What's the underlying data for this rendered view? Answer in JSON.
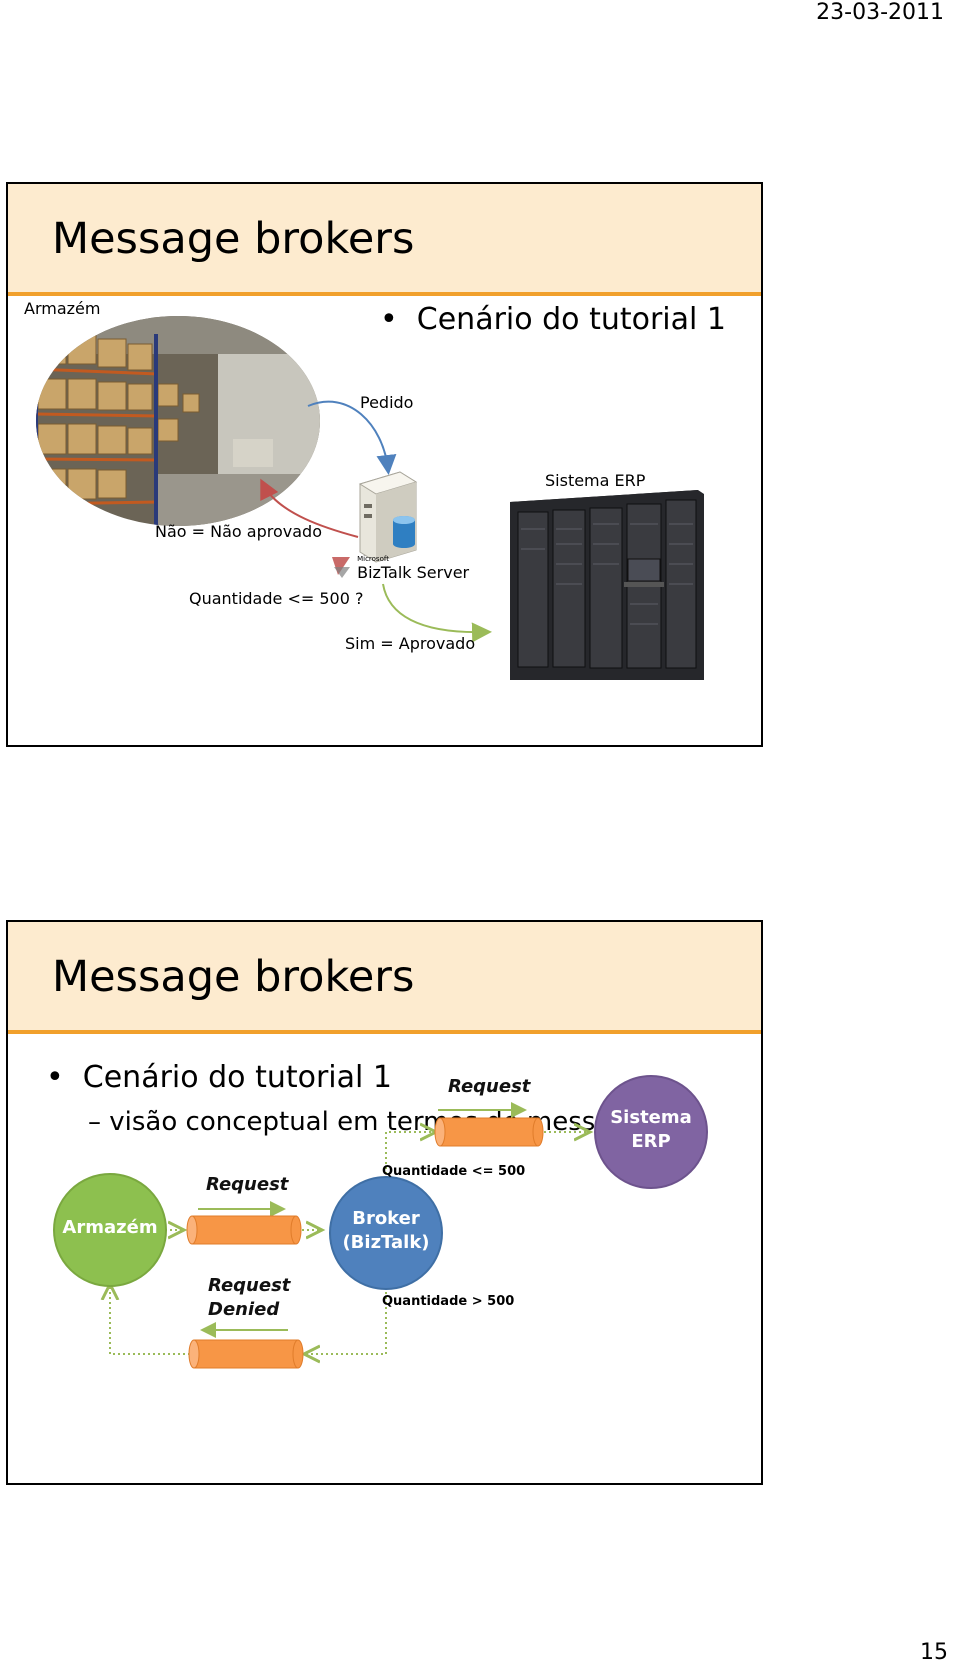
{
  "page": {
    "date": "23-03-2011",
    "number": "15"
  },
  "slide1": {
    "title": "Message brokers",
    "bullet": "Cenário do tutorial 1",
    "labels": {
      "armazem": "Armazém",
      "pedido": "Pedido",
      "sistema_erp": "Sistema ERP",
      "nao_aprovado": "Não = Não aprovado",
      "quantidade": "Quantidade <= 500 ?",
      "sim_aprovado": "Sim = Aprovado"
    },
    "biztalk_logo": {
      "small": "Microsoft",
      "big": "BizTalk Server"
    }
  },
  "slide2": {
    "title": "Message brokers",
    "bullet": "Cenário do tutorial 1",
    "subbullet": "visão conceptual em termos de messaging",
    "nodes": {
      "armazem": "Armazém",
      "broker_line1": "Broker",
      "broker_line2": "(BizTalk)",
      "erp_line1": "Sistema",
      "erp_line2": "ERP"
    },
    "messages": {
      "request_top": "Request",
      "request_mid": "Request",
      "denied_line1": "Request",
      "denied_line2": "Denied"
    },
    "conditions": {
      "le500": "Quantidade <= 500",
      "gt500": "Quantidade > 500"
    },
    "colors": {
      "header_bg": "#fdebcf",
      "header_rule": "#f1a02c",
      "armazem": "#8dc04f",
      "broker": "#4f81bd",
      "erp": "#8064a2",
      "message": "#f79646",
      "connector": "#9bbb59"
    }
  }
}
